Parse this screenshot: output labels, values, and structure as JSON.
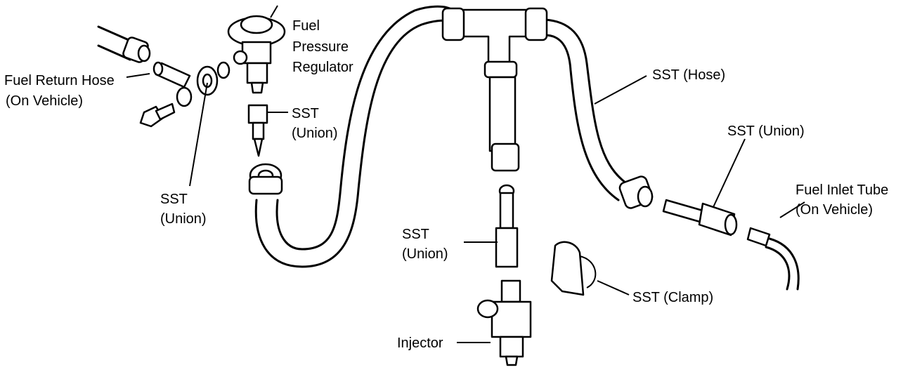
{
  "labels": {
    "fuel_pressure_regulator": [
      "Fuel",
      "Pressure",
      "Regulator"
    ],
    "fuel_return_hose": [
      "Fuel Return Hose",
      "(On Vehicle)"
    ],
    "sst_union_top": [
      "SST",
      "(Union)"
    ],
    "sst_union_left": [
      "SST",
      "(Union)"
    ],
    "sst_hose": "SST (Hose)",
    "sst_union_right": "SST (Union)",
    "fuel_inlet_tube": [
      "Fuel Inlet Tube",
      "(On Vehicle)"
    ],
    "sst_union_center": [
      "SST",
      "(Union)"
    ],
    "sst_clamp": "SST (Clamp)",
    "injector": "Injector"
  }
}
